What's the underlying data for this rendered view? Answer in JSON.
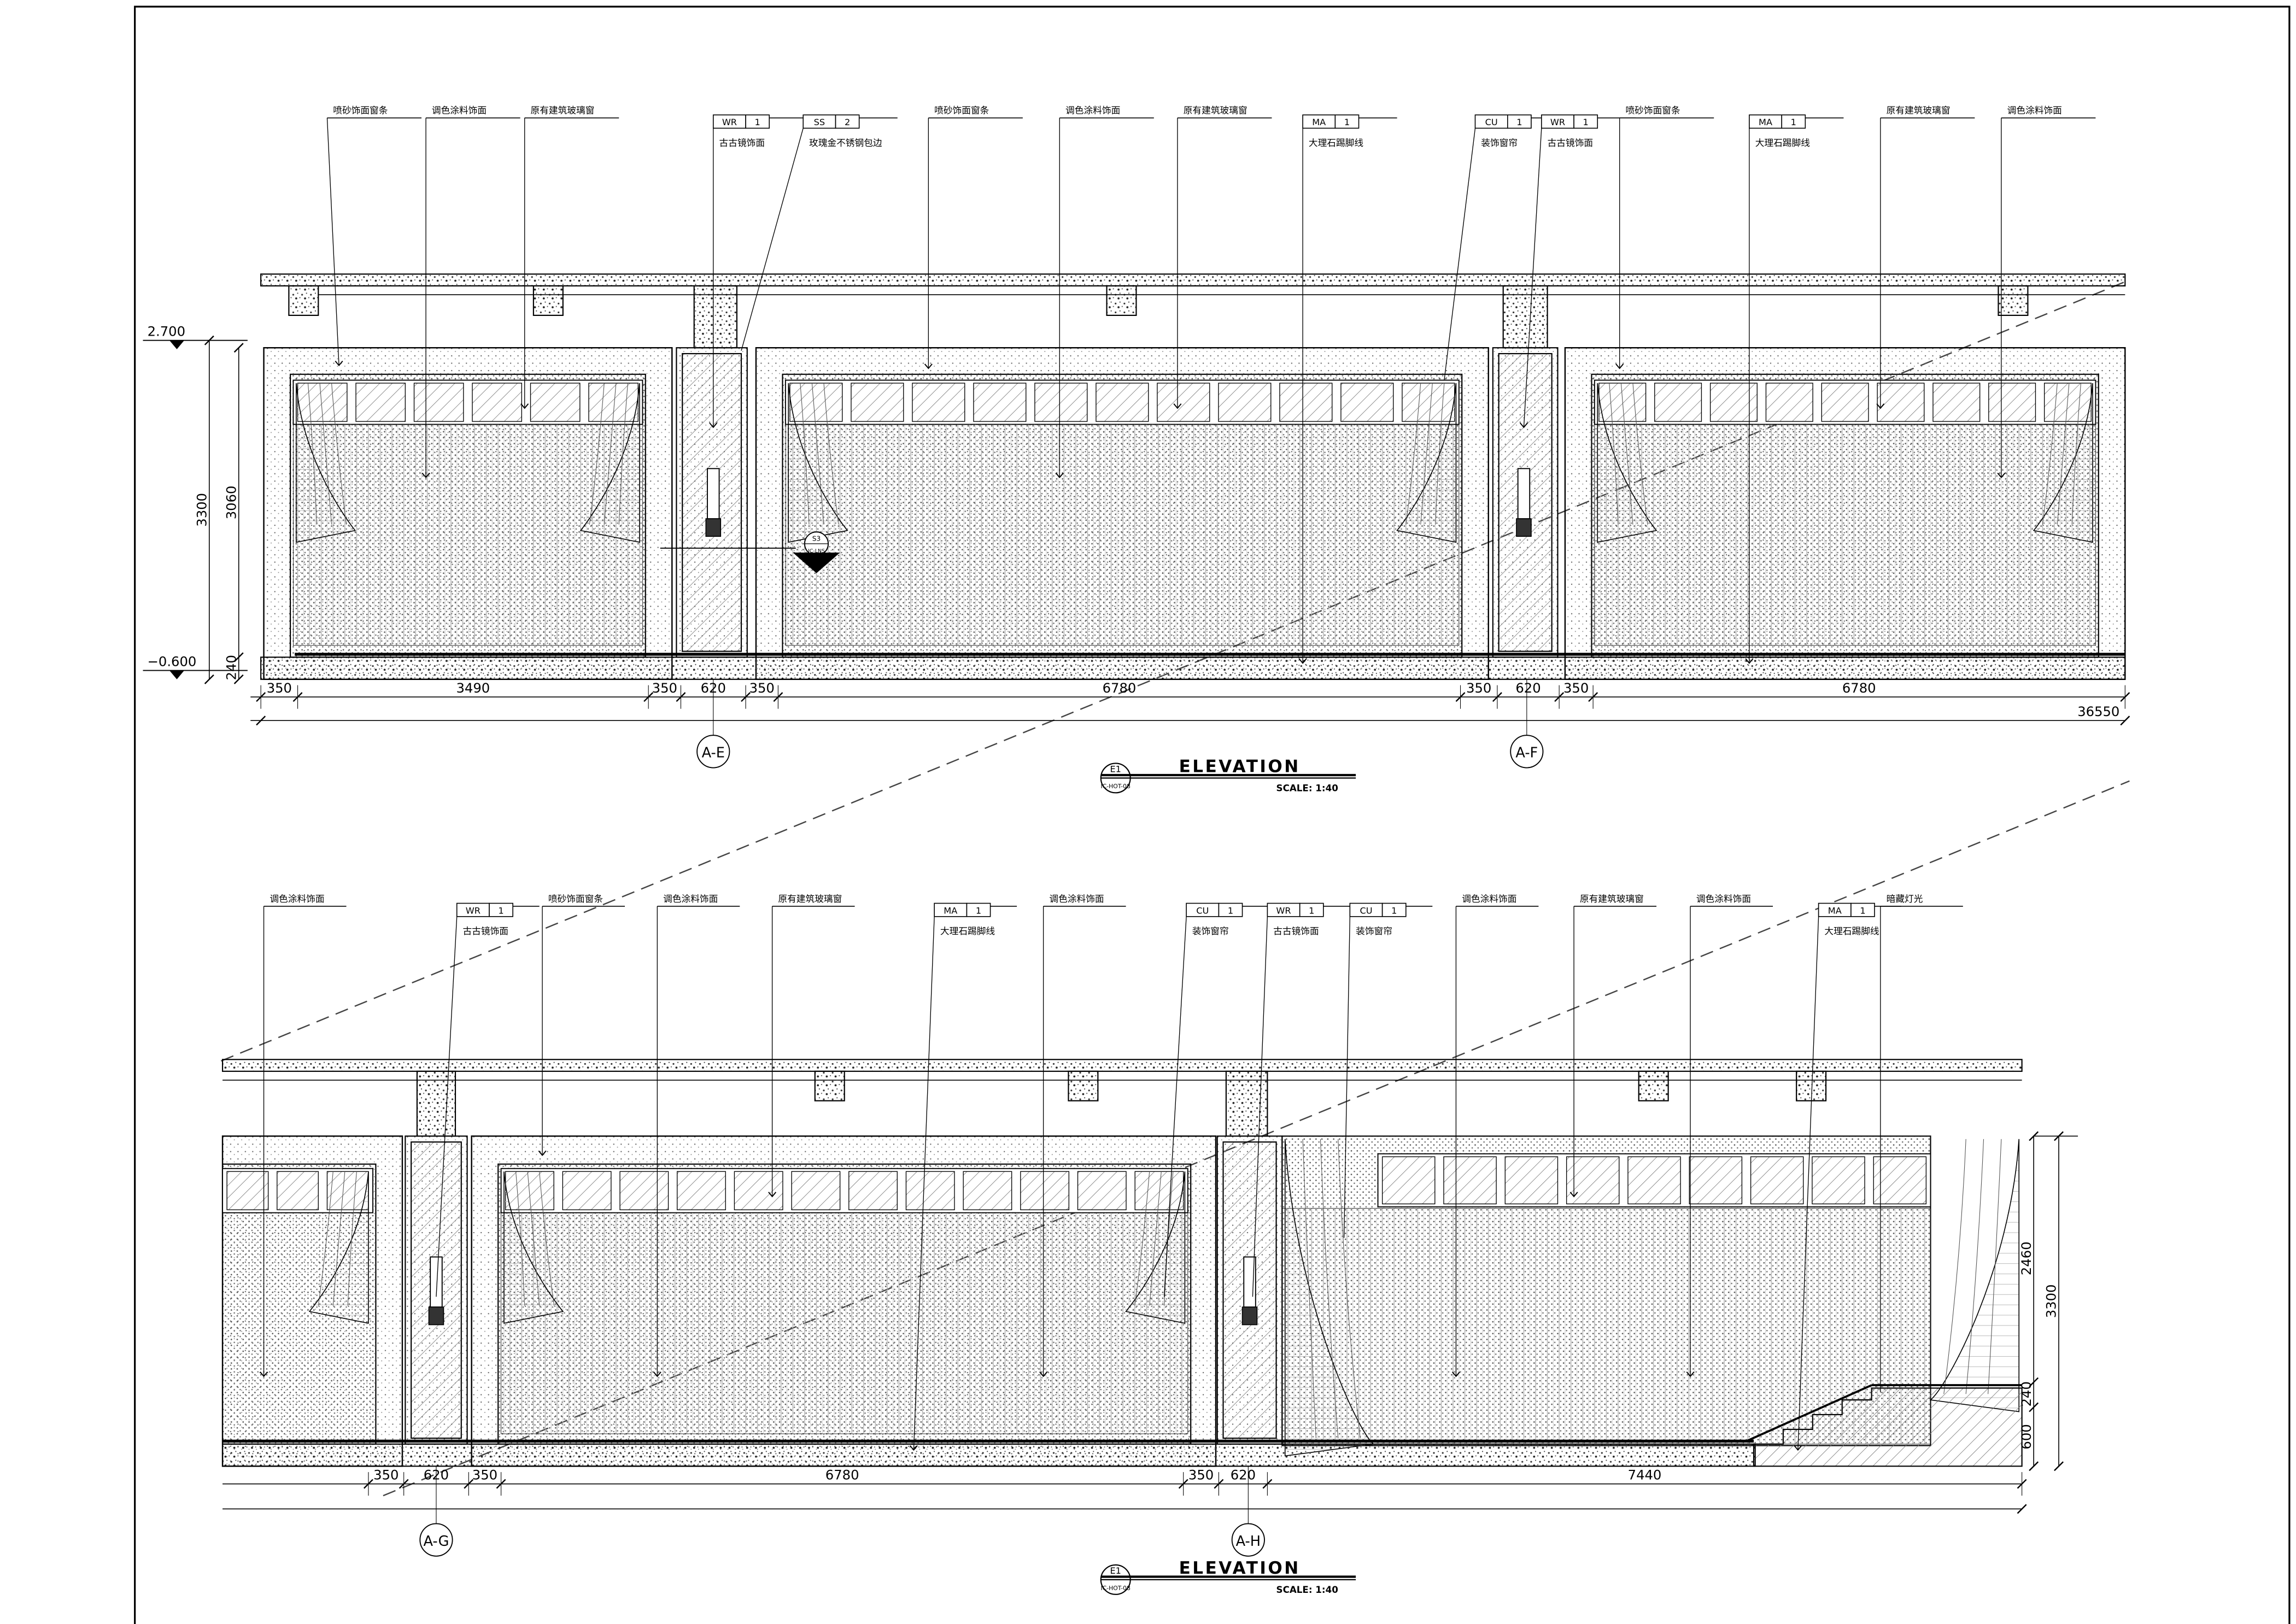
{
  "drawings": [
    {
      "title": "ELEVATION",
      "scale": "SCALE:  1:40",
      "badge": {
        "top": "E1",
        "bottom": "IC-HOT-08"
      },
      "levels": [
        "2.700",
        "−0.600"
      ],
      "height_dims": [
        "3300",
        "3060",
        "240"
      ],
      "width_dims": [
        "350",
        "3490",
        "350",
        "620",
        "350",
        "6780",
        "350",
        "620",
        "350",
        "6780"
      ],
      "total_dim": "36550",
      "axes": [
        "A-E",
        "A-F"
      ],
      "callouts": [
        {
          "text": "喷砂饰面窗条"
        },
        {
          "text": "调色涂料饰面"
        },
        {
          "text": "原有建筑玻璃窗"
        },
        {
          "tag": "WR",
          "num": "1",
          "text": "古古镜饰面"
        },
        {
          "tag": "SS",
          "num": "2",
          "text": "玫瑰金不锈钢包边"
        },
        {
          "text": "喷砂饰面窗条"
        },
        {
          "text": "调色涂料饰面"
        },
        {
          "text": "原有建筑玻璃窗"
        },
        {
          "tag": "MA",
          "num": "1",
          "text": "大理石踢脚线"
        },
        {
          "tag": "CU",
          "num": "1",
          "text": "装饰窗帘"
        },
        {
          "tag": "WR",
          "num": "1",
          "text": "古古镜饰面"
        },
        {
          "text": "喷砂饰面窗条"
        },
        {
          "tag": "MA",
          "num": "1",
          "text": "大理石踢脚线"
        },
        {
          "text": "原有建筑玻璃窗"
        },
        {
          "text": "调色涂料饰面"
        }
      ],
      "section_marker": {
        "top": "S3",
        "bottom": "IC-LNS"
      }
    },
    {
      "title": "ELEVATION",
      "scale": "SCALE:  1:40",
      "badge": {
        "top": "E1",
        "bottom": "IC-HOT-08"
      },
      "height_dims": [
        "2460",
        "3300",
        "240",
        "600"
      ],
      "width_dims": [
        "350",
        "620",
        "350",
        "6780",
        "350",
        "620",
        "7440"
      ],
      "axes": [
        "A-G",
        "A-H"
      ],
      "callouts": [
        {
          "text": "调色涂料饰面"
        },
        {
          "tag": "WR",
          "num": "1",
          "text": "古古镜饰面"
        },
        {
          "text": "喷砂饰面窗条"
        },
        {
          "text": "调色涂料饰面"
        },
        {
          "text": "原有建筑玻璃窗"
        },
        {
          "tag": "MA",
          "num": "1",
          "text": "大理石踢脚线"
        },
        {
          "text": "调色涂料饰面"
        },
        {
          "tag": "CU",
          "num": "1",
          "text": "装饰窗帘"
        },
        {
          "tag": "WR",
          "num": "1",
          "text": "古古镜饰面"
        },
        {
          "tag": "CU",
          "num": "1",
          "text": "装饰窗帘"
        },
        {
          "text": "调色涂料饰面"
        },
        {
          "text": "原有建筑玻璃窗"
        },
        {
          "text": "调色涂料饰面"
        },
        {
          "tag": "MA",
          "num": "1",
          "text": "大理石踢脚线"
        },
        {
          "text": "暗藏灯光"
        }
      ]
    }
  ]
}
